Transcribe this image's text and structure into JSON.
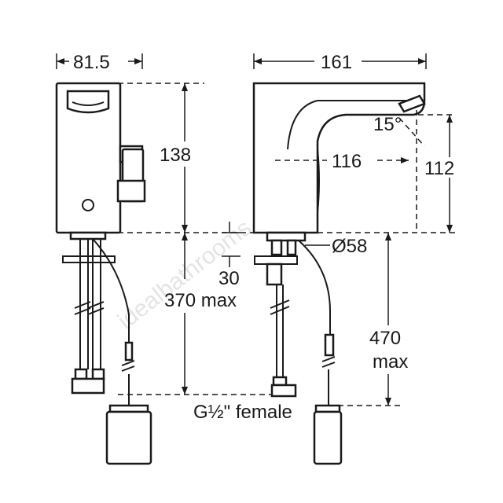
{
  "drawing": {
    "watermark": "idealbathrooms.com",
    "dimensions": {
      "width_side": "81.5",
      "width_front": "161",
      "height_spout": "138",
      "angle": "15°",
      "reach": "116",
      "spout_height": "112",
      "diameter": "Ø58",
      "thickness": "30",
      "shank_max": "370 max",
      "hose_max_value": "470",
      "hose_max_unit": "max",
      "connection": "G½\" female"
    }
  }
}
